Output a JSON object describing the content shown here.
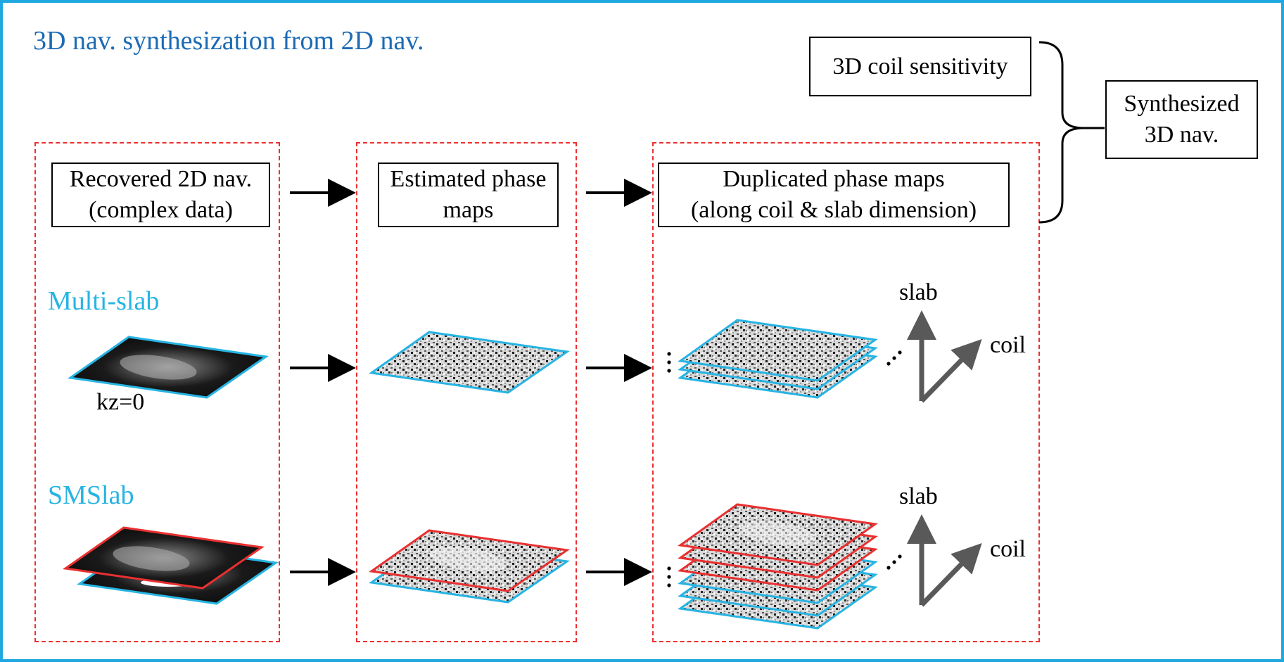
{
  "title": "3D nav. synthesization from 2D nav.",
  "sections": {
    "multislab": "Multi-slab",
    "smslab": "SMSlab"
  },
  "boxes": {
    "recovered_line1": "Recovered 2D nav.",
    "recovered_line2": "(complex data)",
    "estimated_line1": "Estimated phase",
    "estimated_line2": "maps",
    "duplicated_line1": "Duplicated phase maps",
    "duplicated_line2": "(along coil & slab dimension)",
    "coil_sensitivity": "3D coil sensitivity",
    "synthesized_line1": "Synthesized",
    "synthesized_line2": "3D nav."
  },
  "labels": {
    "kz": "kz=0",
    "slab_upper": "slab",
    "coil_upper": "coil",
    "slab_lower": "slab",
    "coil_lower": "coil"
  },
  "colors": {
    "frame_border": "#1fa8e0",
    "title": "#1c6bb5",
    "section_label": "#27b4e3",
    "dashed_group": "#ec3030",
    "slice_blue": "#27b4e3",
    "slice_red": "#e83030",
    "axis_arrow": "#595959"
  }
}
